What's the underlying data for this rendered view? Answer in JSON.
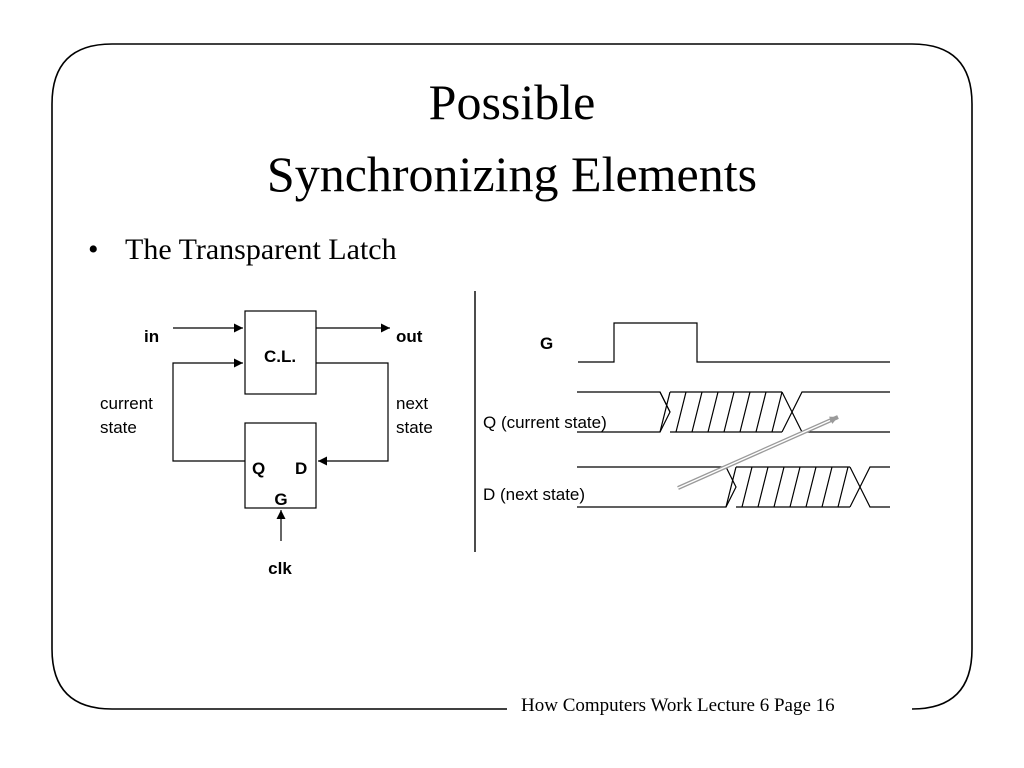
{
  "slide": {
    "title_line1": "Possible",
    "title_line2": "Synchronizing Elements",
    "bullet_marker": "•",
    "bullet_text": "The Transparent Latch",
    "footer": "How Computers Work Lecture 6 Page 16"
  },
  "circuit": {
    "in_label": "in",
    "out_label": "out",
    "cl_label": "C.L.",
    "current_state_line1": "current",
    "current_state_line2": "state",
    "next_state_line1": "next",
    "next_state_line2": "state",
    "latch_q": "Q",
    "latch_d": "D",
    "latch_g": "G",
    "clk_label": "clk"
  },
  "timing": {
    "g_label": "G",
    "q_label": "Q (current state)",
    "d_label": "D (next state)"
  }
}
